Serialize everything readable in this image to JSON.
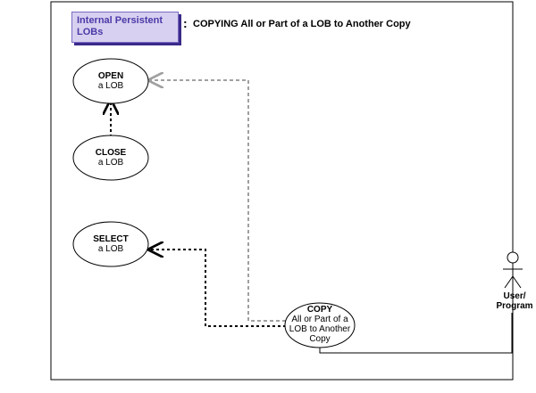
{
  "header": {
    "category": "Internal Persistent LOBs",
    "title": "COPYING All or Part of a LOB to Another Copy"
  },
  "use_cases": {
    "open": {
      "title": "OPEN",
      "subtitle": "a LOB"
    },
    "close": {
      "title": "CLOSE",
      "subtitle": "a LOB"
    },
    "select": {
      "title": "SELECT",
      "subtitle": "a LOB"
    },
    "copy": {
      "title": "COPY",
      "subtitle": "All or Part of a LOB to Another Copy"
    }
  },
  "actor": {
    "name": "User/ Program",
    "icon": "stick-figure-icon"
  },
  "colors": {
    "title_fill": "#d7d0f0",
    "title_border": "#7a6ac2",
    "title_text": "#4b3aa8",
    "gray_connector": "#a0a0a0",
    "black_connector": "#000000"
  }
}
